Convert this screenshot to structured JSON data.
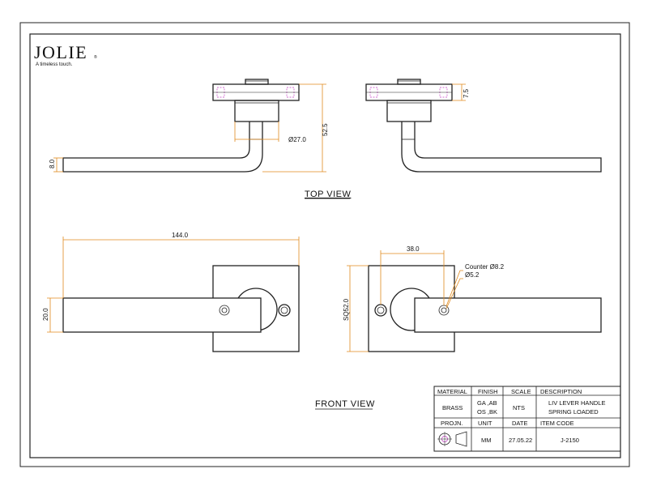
{
  "brand": {
    "name": "JOLIE",
    "registered": "®",
    "tagline": "A timeless touch."
  },
  "views": {
    "top": "TOP VIEW",
    "front": "FRONT VIEW"
  },
  "dimensions": {
    "top_plate_thickness": "7.5",
    "top_projection": "52.5",
    "top_rose_diameter": "Ø27.0",
    "top_lever_thickness": "8.0",
    "front_length": "144.0",
    "front_width": "20.0",
    "front_offset": "38.0",
    "front_plate": "SQ52.0",
    "counter_bore": "Counter Ø8.2",
    "hole": "Ø5.2"
  },
  "title_block": {
    "headers": [
      "MATERIAL",
      "FINISH",
      "SCALE",
      "DESCRIPTION"
    ],
    "material": "BRASS",
    "finish_line1": "GA ,AB",
    "finish_line2": "OS ,BK",
    "scale": "NTS",
    "description_line1": "LIV LEVER HANDLE",
    "description_line2": "SPRING LOADED",
    "headers2": [
      "PROJN.",
      "UNIT",
      "DATE",
      "ITEM CODE"
    ],
    "unit": "MM",
    "date": "27.05.22",
    "item_code": "J-2150"
  }
}
